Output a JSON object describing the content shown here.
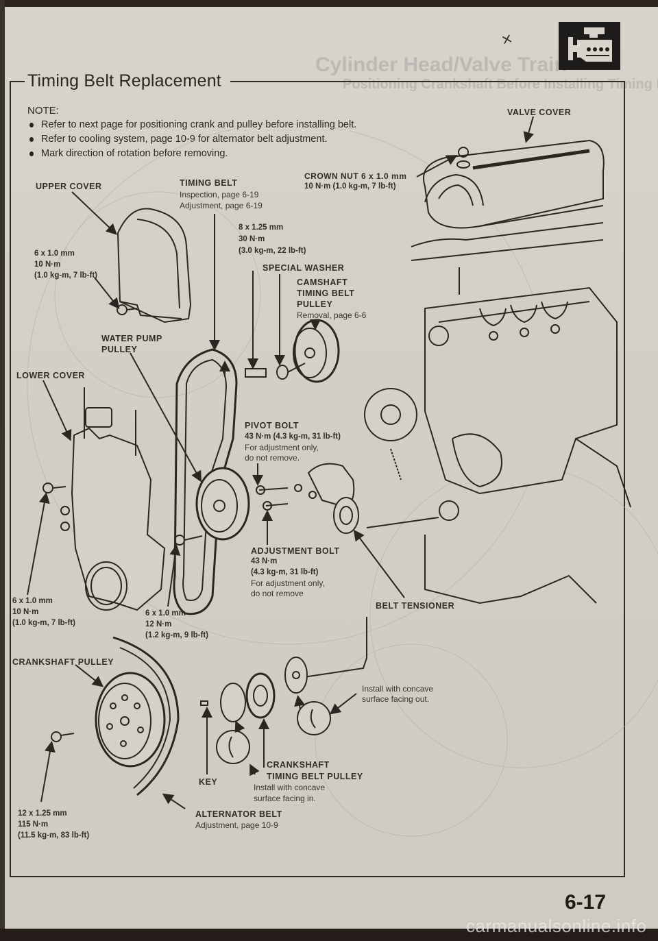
{
  "section_icon": "engine-icon",
  "hand_mark": "×",
  "ghost_text": {
    "heading": "Cylinder Head/Valve Train",
    "subheading": "Positioning Crankshaft Before Installing Timing Belt"
  },
  "title": "Timing Belt Replacement",
  "note": {
    "heading": "NOTE:",
    "items": [
      "Refer to next page for positioning crank and pulley before installing belt.",
      "Refer to cooling system, page 10-9 for alternator belt adjustment.",
      "Mark direction of rotation before removing."
    ]
  },
  "labels": {
    "valve_cover": "VALVE COVER",
    "crown_nut": {
      "title": "CROWN NUT 6 x 1.0 mm",
      "torque": "10 N·m (1.0 kg-m, 7 lb-ft)"
    },
    "upper_cover": "UPPER COVER",
    "timing_belt": {
      "title": "TIMING BELT",
      "line1": "Inspection, page 6-19",
      "line2": "Adjustment, page 6-19"
    },
    "upper_cover_bolt": {
      "size": "6 x 1.0 mm",
      "torque": "10 N·m",
      "alt": "(1.0 kg-m, 7 lb-ft)"
    },
    "cam_bolt": {
      "size": "8 x 1.25 mm",
      "torque": "30 N·m",
      "alt": "(3.0 kg-m, 22 lb-ft)"
    },
    "special_washer": "SPECIAL WASHER",
    "cam_pulley": {
      "line1": "CAMSHAFT",
      "line2": "TIMING BELT",
      "line3": "PULLEY",
      "note": "Removal, page 6-6"
    },
    "water_pump_pulley": {
      "line1": "WATER PUMP",
      "line2": "PULLEY"
    },
    "lower_cover": "LOWER COVER",
    "pivot_bolt": {
      "title": "PIVOT BOLT",
      "torque": "43 N·m (4.3 kg-m, 31 lb-ft)",
      "note1": "For adjustment only,",
      "note2": "do not remove."
    },
    "adjustment_bolt": {
      "title": "ADJUSTMENT BOLT",
      "torque": "43 N·m",
      "alt": "(4.3 kg-m, 31 lb-ft)",
      "note1": "For adjustment only,",
      "note2": "do not remove"
    },
    "belt_tensioner": "BELT TENSIONER",
    "lower_cover_bolt": {
      "size": "6 x 1.0 mm",
      "torque": "10 N·m",
      "alt": "(1.0 kg-m, 7 lb-ft)"
    },
    "water_pump_bolt": {
      "size": "6 x 1.0 mm",
      "torque": "12 N·m",
      "alt": "(1.2 kg-m, 9 lb-ft)"
    },
    "crankshaft_pulley": "CRANKSHAFT PULLEY",
    "concave_out": {
      "line1": "Install with concave",
      "line2": "surface facing out."
    },
    "key": "KEY",
    "crank_timing_pulley": {
      "line1": "CRANKSHAFT",
      "line2": "TIMING BELT PULLEY"
    },
    "concave_in": {
      "line1": "Install with concave",
      "line2": "surface facing in."
    },
    "crank_bolt": {
      "size": "12 x 1.25 mm",
      "torque": "115 N·m",
      "alt": "(11.5 kg-m, 83 lb-ft)"
    },
    "alternator_belt": {
      "title": "ALTERNATOR BELT",
      "note": "Adjustment, page 10-9"
    }
  },
  "page_number": "6-17",
  "watermark": "carmanualsonline.info"
}
